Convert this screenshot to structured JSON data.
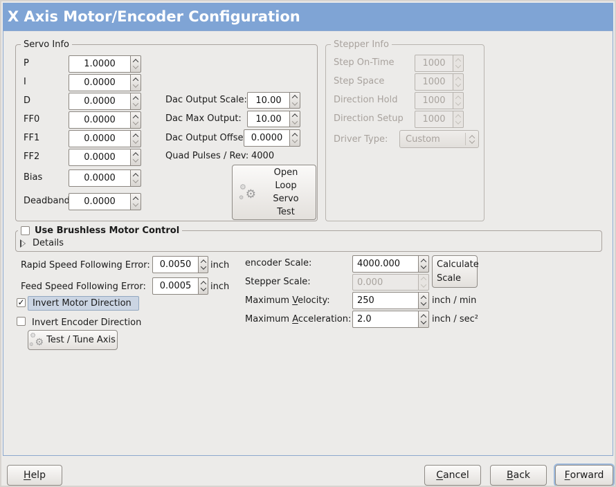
{
  "window": {
    "title": "X Axis Motor/Encoder Configuration"
  },
  "colors": {
    "titlebar": "#7FA4D5",
    "panel_border": "#8CA8CE",
    "focus_highlight_bg": "#CBD5E3",
    "focus_highlight_border": "#92A7C0",
    "background": "#ECEBE9",
    "disabled_text": "#A8A29D"
  },
  "icons": {
    "gears": "⚙",
    "checkmark": "✓"
  },
  "servo_info": {
    "title": "Servo Info",
    "fields": [
      {
        "label": "P",
        "value": "1.0000"
      },
      {
        "label": "I",
        "value": "0.0000"
      },
      {
        "label": "D",
        "value": "0.0000"
      },
      {
        "label": "FF0",
        "value": "0.0000"
      },
      {
        "label": "FF1",
        "value": "0.0000"
      },
      {
        "label": "FF2",
        "value": "0.0000"
      },
      {
        "label": "Bias",
        "value": "0.0000"
      },
      {
        "label": "Deadband",
        "value": "0.0000"
      }
    ],
    "dac": [
      {
        "label": "Dac Output Scale:",
        "value": "10.00"
      },
      {
        "label": "Dac Max Output:",
        "value": "10.00"
      },
      {
        "label": "Dac Output Offset:",
        "value": "0.0000"
      }
    ],
    "quad_label": "Quad Pulses / Rev:",
    "quad_value": "4000",
    "open_loop_button_lines": [
      "Open",
      "Loop",
      "Servo",
      "Test"
    ]
  },
  "stepper_info": {
    "title": "Stepper Info",
    "fields": [
      {
        "label": "Step On-Time",
        "value": "1000"
      },
      {
        "label": "Step Space",
        "value": "1000"
      },
      {
        "label": "Direction Hold",
        "value": "1000"
      },
      {
        "label": "Direction Setup",
        "value": "1000"
      }
    ],
    "driver_type_label": "Driver Type:",
    "driver_type_value": "Custom"
  },
  "brushless": {
    "checkbox_label": "Use Brushless Motor Control",
    "details_label": "Details"
  },
  "following_error": {
    "rapid_label": "Rapid Speed Following Error:",
    "rapid_value": "0.0050",
    "rapid_unit": "inch",
    "feed_label": "Feed Speed Following Error:",
    "feed_value": "0.0005",
    "feed_unit": "inch"
  },
  "scale": {
    "encoder_label": "encoder Scale:",
    "encoder_value": "4000.000",
    "calculate_button": "Calculate Scale",
    "stepper_label": "Stepper Scale:",
    "stepper_value": "0.000",
    "velocity_label": {
      "pre": "Maximum ",
      "mn": "V",
      "post": "elocity:"
    },
    "velocity_value": "250",
    "velocity_unit": "inch / min",
    "accel_label": {
      "pre": "Maximum ",
      "mn": "A",
      "post": "cceleration:"
    },
    "accel_value": "2.0",
    "accel_unit": "inch / sec²"
  },
  "options": {
    "invert_motor_label": "Invert Motor Direction",
    "invert_encoder_label": "Invert Encoder Direction",
    "test_button": "Test / Tune Axis"
  },
  "footer": {
    "help": {
      "pre": "",
      "mn": "H",
      "post": "elp"
    },
    "cancel": {
      "pre": "",
      "mn": "C",
      "post": "ancel"
    },
    "back": {
      "pre": "",
      "mn": "B",
      "post": "ack"
    },
    "forward": {
      "pre": "",
      "mn": "F",
      "post": "orward"
    }
  }
}
